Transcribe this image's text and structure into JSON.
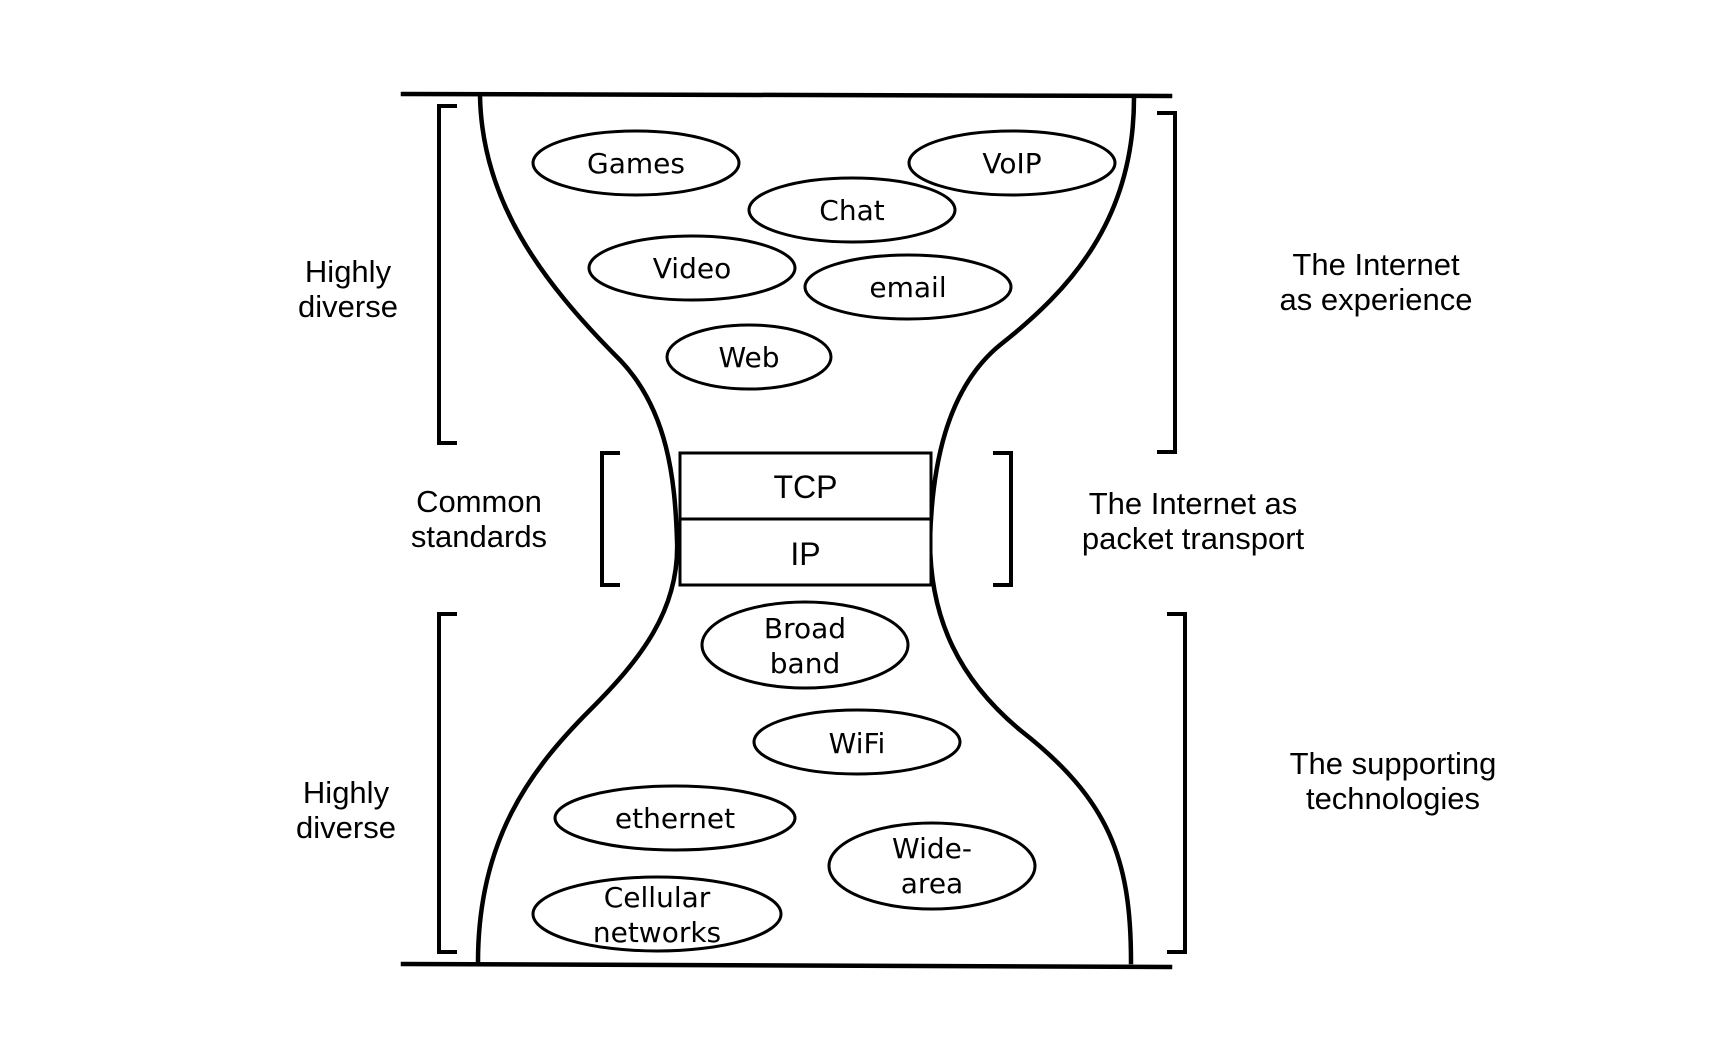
{
  "left_labels": {
    "top": [
      "Highly",
      "diverse"
    ],
    "middle": [
      "Common",
      "standards"
    ],
    "bottom": [
      "Highly",
      "diverse"
    ]
  },
  "right_labels": {
    "top": [
      "The Internet",
      "as experience"
    ],
    "middle": [
      "The Internet as",
      "packet transport"
    ],
    "bottom": [
      "The supporting",
      "technologies"
    ]
  },
  "applications": [
    {
      "lines": [
        "Games"
      ]
    },
    {
      "lines": [
        "VoIP"
      ]
    },
    {
      "lines": [
        "Chat"
      ]
    },
    {
      "lines": [
        "Video"
      ]
    },
    {
      "lines": [
        "email"
      ]
    },
    {
      "lines": [
        "Web"
      ]
    }
  ],
  "protocols": {
    "upper": "TCP",
    "lower": "IP"
  },
  "technologies": [
    {
      "lines": [
        "Broad",
        "band"
      ]
    },
    {
      "lines": [
        "WiFi"
      ]
    },
    {
      "lines": [
        "ethernet"
      ]
    },
    {
      "lines": [
        "Wide-",
        "area"
      ]
    },
    {
      "lines": [
        "Cellular",
        "networks"
      ]
    }
  ]
}
